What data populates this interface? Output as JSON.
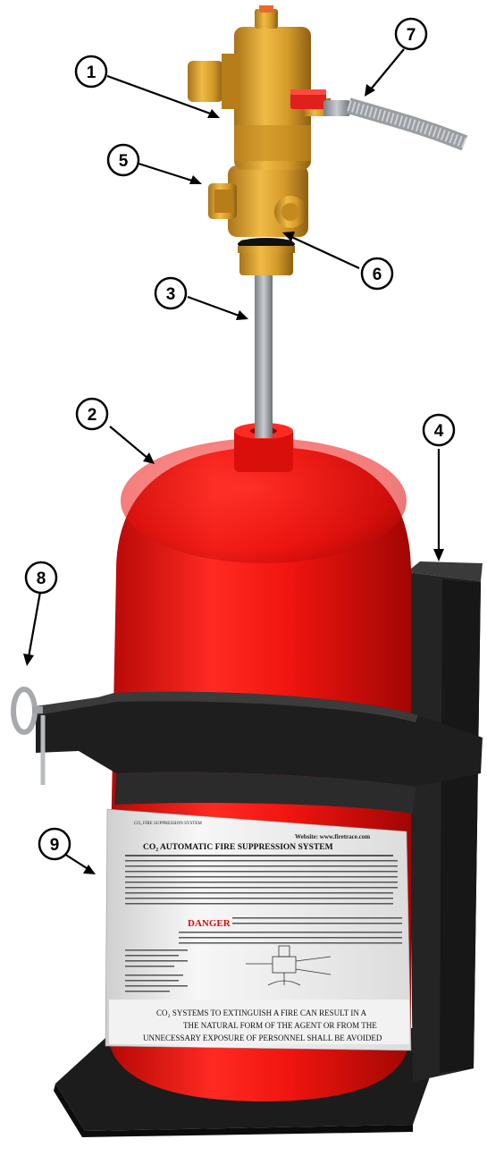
{
  "callouts": [
    {
      "id": "1",
      "label": "1"
    },
    {
      "id": "2",
      "label": "2"
    },
    {
      "id": "3",
      "label": "3"
    },
    {
      "id": "4",
      "label": "4"
    },
    {
      "id": "5",
      "label": "5"
    },
    {
      "id": "6",
      "label": "6"
    },
    {
      "id": "7",
      "label": "7"
    },
    {
      "id": "8",
      "label": "8"
    },
    {
      "id": "9",
      "label": "9"
    }
  ],
  "cylinder_label": {
    "header_small": "CO₂ FIRE SUPPRESSION SYSTEM",
    "title": "CO₂ AUTOMATIC FIRE SUPPRESSION SYSTEM",
    "website": "Website: www.firetrace.com",
    "danger_word": "DANGER",
    "warning_line_1": "CO₂ SYSTEMS TO EXTINGUISH A FIRE CAN RESULT IN A",
    "warning_line_2": "THE NATURAL FORM OF THE AGENT OR FROM THE",
    "warning_line_3": "UNNECESSARY EXPOSURE OF PERSONNEL SHALL BE AVOIDED"
  },
  "colors": {
    "cylinder_red": "#e8120f",
    "valve_brass": "#d49a2a",
    "bracket_black": "#1e1e1e",
    "hose_steel": "#c8c8c8",
    "lever_red": "#e0201c"
  }
}
